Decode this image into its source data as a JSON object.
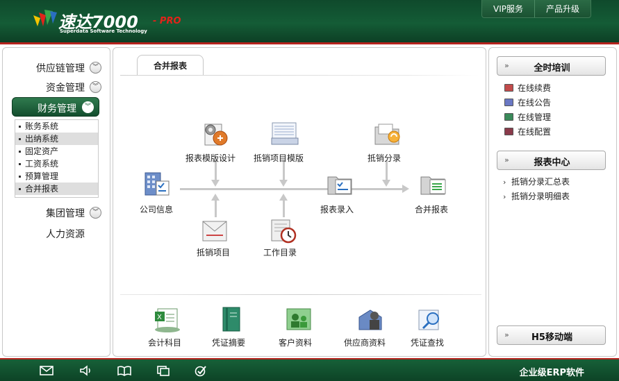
{
  "header": {
    "logo_text": "速达7000",
    "logo_pro": "- PRO",
    "logo_sub": "Superdata Software Technology",
    "links": [
      "VIP服务",
      "产品升级"
    ]
  },
  "sidebar": {
    "items": [
      {
        "label": "供应链管理"
      },
      {
        "label": "资金管理"
      },
      {
        "label": "财务管理"
      },
      {
        "label": "集团管理"
      },
      {
        "label": "人力资源"
      }
    ],
    "sub_items": [
      "账务系统",
      "出纳系统",
      "固定资产",
      "工资系统",
      "预算管理",
      "合并报表"
    ]
  },
  "main": {
    "tab": "合并报表",
    "flow": {
      "company_info": "公司信息",
      "report_template_design": "报表模版设计",
      "offset_item_template": "抵销项目模版",
      "offset_entries": "抵销分录",
      "report_entry": "报表录入",
      "consolidated_report": "合并报表",
      "offset_items": "抵销项目",
      "work_directory": "工作目录"
    },
    "shortcuts": [
      "会计科目",
      "凭证摘要",
      "客户资料",
      "供应商资料",
      "凭证查找"
    ]
  },
  "right_panel": {
    "training_title": "全时培训",
    "training_items": [
      "在线续费",
      "在线公告",
      "在线管理",
      "在线配置"
    ],
    "report_center_title": "报表中心",
    "report_items": [
      "抵销分录汇总表",
      "抵销分录明细表"
    ],
    "mobile_title": "H5移动端"
  },
  "footer": {
    "text": "企业级ERP软件",
    "icons": [
      "mail-icon",
      "speaker-icon",
      "book-icon",
      "window-icon",
      "check-icon"
    ]
  },
  "colors": {
    "brand_green": "#145c36",
    "accent_red": "#b5231e"
  }
}
